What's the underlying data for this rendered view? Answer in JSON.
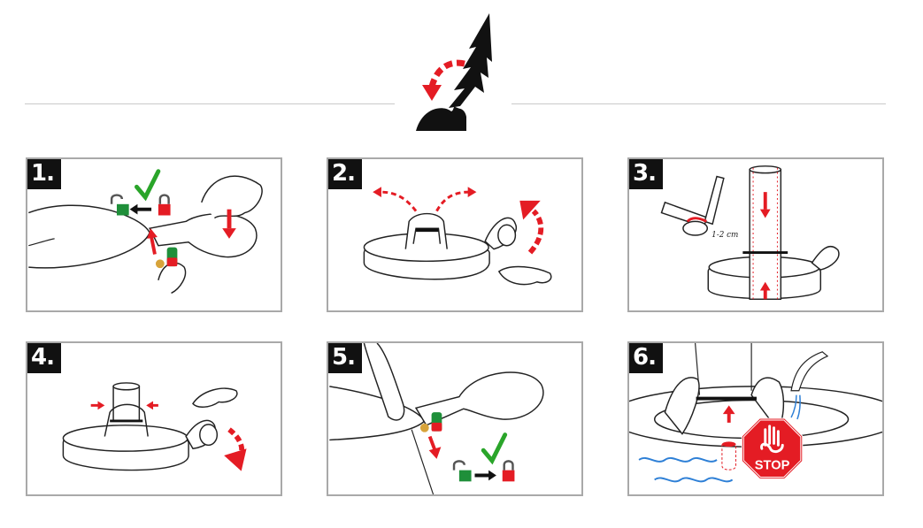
{
  "steps": [
    {
      "number": "1."
    },
    {
      "number": "2."
    },
    {
      "number": "3."
    },
    {
      "number": "4."
    },
    {
      "number": "5."
    },
    {
      "number": "6."
    }
  ],
  "labels": {
    "cut_note": "1-2 cm",
    "stop_sign": "STOP"
  },
  "colors": {
    "arrow_red": "#e41c24",
    "check_green": "#2aa52a",
    "lock_green": "#1f8f3a",
    "water_blue": "#2d7fd6",
    "frame_grey": "#a9a9a9"
  },
  "icons": [
    "tree-insertion-icon",
    "check-icon",
    "unlock-icon",
    "lock-icon",
    "stop-sign-icon",
    "water-wave-icon",
    "saw-icon",
    "watering-can-icon"
  ]
}
